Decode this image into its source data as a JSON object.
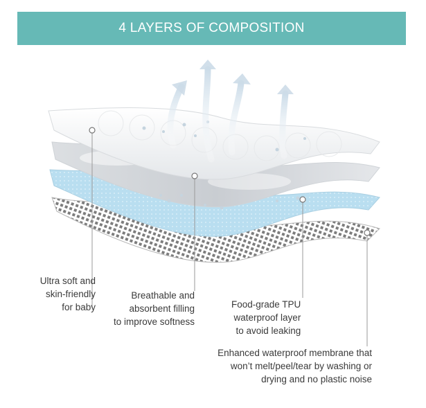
{
  "banner": {
    "title": "4 LAYERS OF COMPOSITION"
  },
  "colors": {
    "banner": "#66b9b6",
    "tpu_layer": "#b9def0",
    "text": "#3a3a3a"
  },
  "labels": [
    {
      "lines": [
        "Ultra soft and",
        "skin-friendly",
        "for baby"
      ]
    },
    {
      "lines": [
        "Breathable and",
        "absorbent filling",
        "to improve softness"
      ]
    },
    {
      "lines": [
        "Food-grade TPU",
        "waterproof layer",
        "to avoid leaking"
      ]
    },
    {
      "lines": [
        "Enhanced waterproof membrane that",
        "won’t melt/peel/tear by washing or",
        "drying and no plastic noise"
      ]
    }
  ]
}
